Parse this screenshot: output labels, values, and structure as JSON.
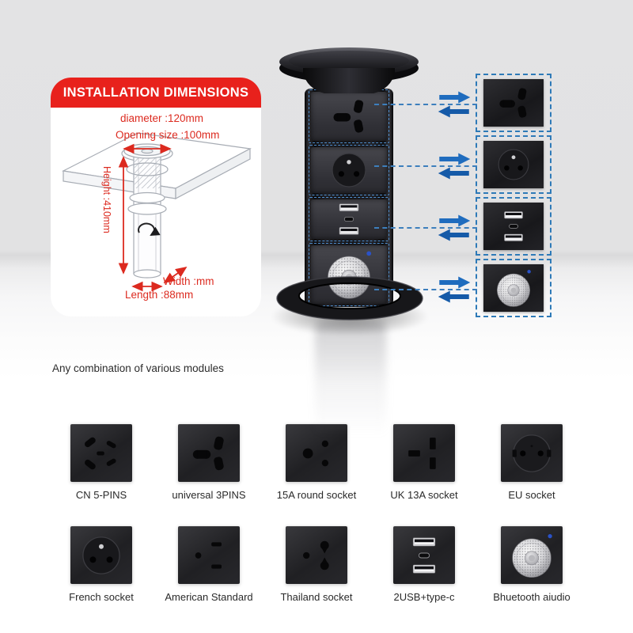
{
  "install_box": {
    "title": "INSTALLATION DIMENSIONS",
    "dims": {
      "diameter": "diameter :120mm",
      "opening": "Opening size :100mm",
      "height": "Height :410mm",
      "width": "Width :mm",
      "length": "Length :88mm"
    }
  },
  "caption": "Any combination of various modules",
  "tower": {
    "modules": [
      {
        "type": "universal-3pin-socket"
      },
      {
        "type": "french-socket"
      },
      {
        "type": "usb-typec-charger"
      },
      {
        "type": "bluetooth-speaker"
      }
    ]
  },
  "right_column": {
    "modules": [
      {
        "type": "universal-3pin-socket"
      },
      {
        "type": "french-socket"
      },
      {
        "type": "usb-typec-charger"
      },
      {
        "type": "bluetooth-speaker"
      }
    ]
  },
  "modules_grid": [
    {
      "label": "CN 5-PINS",
      "type": "cn-5pin-socket"
    },
    {
      "label": "universal 3PINS",
      "type": "universal-3pin-socket"
    },
    {
      "label": "15A round socket",
      "type": "15a-round-socket"
    },
    {
      "label": "UK 13A socket",
      "type": "uk-13a-socket"
    },
    {
      "label": "EU socket",
      "type": "eu-socket"
    },
    {
      "label": "French socket",
      "type": "french-socket"
    },
    {
      "label": "American Standard",
      "type": "american-standard-socket"
    },
    {
      "label": "Thailand socket",
      "type": "thailand-socket"
    },
    {
      "label": "2USB+type-c",
      "type": "usb-typec-charger"
    },
    {
      "label": "Bhuetooth aiudio",
      "type": "bluetooth-speaker"
    }
  ],
  "colors": {
    "accent_red": "#e8211c",
    "dimension_red": "#dc2a1f",
    "arrow_blue": "#1a64b4",
    "dashed_blue": "#3d7fbd"
  }
}
